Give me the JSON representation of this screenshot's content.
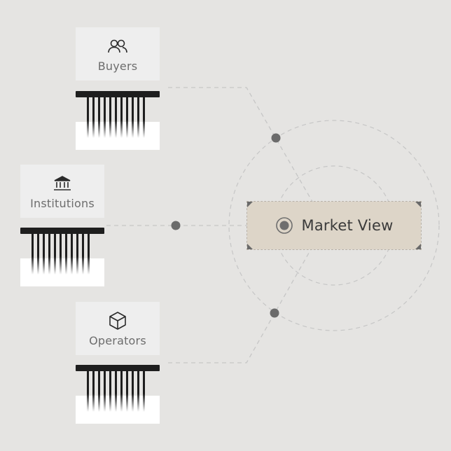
{
  "hub": {
    "label": "Market View",
    "icon": "radio-target-icon"
  },
  "nodes": [
    {
      "label": "Buyers",
      "icon": "users-icon"
    },
    {
      "label": "Institutions",
      "icon": "bank-icon"
    },
    {
      "label": "Operators",
      "icon": "cube-icon"
    }
  ],
  "colors": {
    "background": "#e5e4e2",
    "card": "#eeeeee",
    "hub_fill": "#ddd5c8",
    "connector": "#c4c4c4",
    "junction_dot": "#6b6b6b",
    "shredder": "#1e1e1e"
  }
}
